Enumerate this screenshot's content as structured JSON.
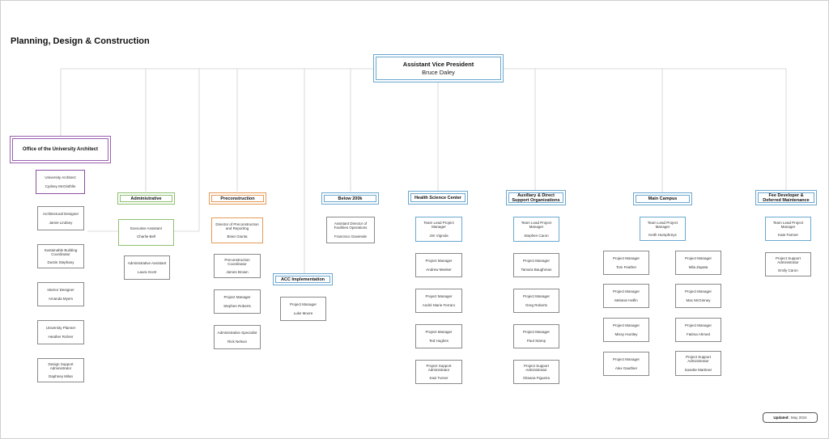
{
  "page_title": "Planning, Design & Construction",
  "avp": {
    "title": "Assistant Vice President",
    "name": "Bruce Daley"
  },
  "sections": {
    "architect": "Office of the University Architect",
    "administrative": "Administrative",
    "preconstruction": "Preconstruction",
    "below200k": "Below 200k",
    "acc": "ACC Implementation",
    "health": "Health Science Center",
    "auxiliary": "Auxiliary & Direct Support Organizations",
    "main": "Main Campus",
    "fee": "Fee Developer & Deferred Maintenance"
  },
  "people": {
    "arch_lead": {
      "title": "University Architect",
      "name": "Cydney McGlothlin"
    },
    "arch_1": {
      "title": "Architectural Designer",
      "name": "Jamie Lindsey"
    },
    "arch_2": {
      "title": "Sustainable Building Coordinator",
      "name": "Dustin Stephany"
    },
    "arch_3": {
      "title": "Interior Designer",
      "name": "Amanda Myers"
    },
    "arch_4": {
      "title": "University Planner",
      "name": "Heather Rohrer"
    },
    "arch_5": {
      "title": "Design Support Administrator",
      "name": "Daphney Milan"
    },
    "adm_1": {
      "title": "Executive Assistant",
      "name": "Charlie Bell"
    },
    "adm_2": {
      "title": "Administrative Assistant",
      "name": "Laura Scott"
    },
    "pre_1": {
      "title": "Director of Preconstruction and Reporting",
      "name": "Brian Giunta"
    },
    "pre_2": {
      "title": "Preconstruction Coordinator",
      "name": "James Brown"
    },
    "pre_3": {
      "title": "Project Manager",
      "name": "Stephen Roberts"
    },
    "pre_4": {
      "title": "Administrative Specialist",
      "name": "Rick Nelson"
    },
    "acc_1": {
      "title": "Project Manager",
      "name": "Luke Moore"
    },
    "b200_1": {
      "title": "Assistant Director of Facilities Operations",
      "name": "Francisco Gaviende"
    },
    "hsc_lead": {
      "title": "Team Lead Project Manager",
      "name": "Jim Vignola"
    },
    "hsc_1": {
      "title": "Project Manager",
      "name": "Andrew Meeker"
    },
    "hsc_2": {
      "title": "Project Manager",
      "name": "André Marie Ferraro"
    },
    "hsc_3": {
      "title": "Project Manager",
      "name": "Ted Hughes"
    },
    "hsc_4": {
      "title": "Project Support Administrator",
      "name": "Kasi Turner"
    },
    "aux_lead": {
      "title": "Team Lead Project Manager",
      "name": "Stephen Caron"
    },
    "aux_1": {
      "title": "Project Manager",
      "name": "Tamara Baughman"
    },
    "aux_2": {
      "title": "Project Manager",
      "name": "Greg Roberts"
    },
    "aux_3": {
      "title": "Project Manager",
      "name": "Paul Stamp"
    },
    "aux_4": {
      "title": "Project Support Administrator",
      "name": "Oksana Figueira"
    },
    "mc_lead": {
      "title": "Team Lead Project Manager",
      "name": "Keith Humphreys"
    },
    "mc_1": {
      "title": "Project Manager",
      "name": "Tom Feather"
    },
    "mc_2": {
      "title": "Project Manager",
      "name": "Melanie Heflin"
    },
    "mc_3": {
      "title": "Project Manager",
      "name": "Missy Huntley"
    },
    "mc_4": {
      "title": "Project Manager",
      "name": "Alex Gauthier"
    },
    "mc_5": {
      "title": "Project Manager",
      "name": "Mila Zapata"
    },
    "mc_6": {
      "title": "Project Manager",
      "name": "Mac McGinney"
    },
    "mc_7": {
      "title": "Project Manager",
      "name": "Fatima Ahmed"
    },
    "mc_8": {
      "title": "Project Support Administrator",
      "name": "Susette Martinez"
    },
    "fee_lead": {
      "title": "Team Lead Project Manager",
      "name": "Kate Farmer"
    },
    "fee_1": {
      "title": "Project Support Administrator",
      "name": "Emily Caron"
    }
  },
  "updated": {
    "label": "Updated:",
    "value": "May 2024"
  }
}
